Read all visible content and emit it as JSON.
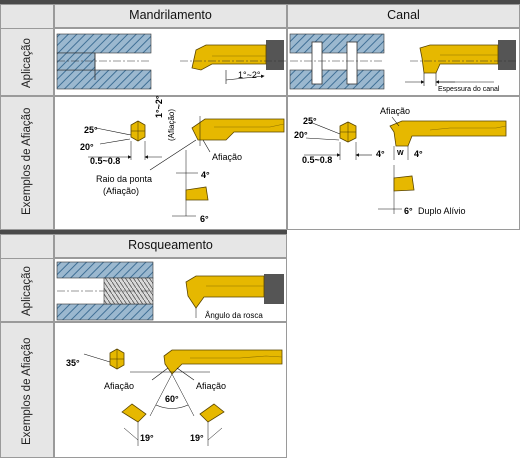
{
  "sections": {
    "boring": {
      "title": "Mandrilamento",
      "row_application": "Aplicação",
      "row_examples": "Exemplos de Afiação",
      "app": {
        "angle": "1°~2°"
      },
      "ex": {
        "a25": "25°",
        "a20": "20°",
        "range": "0.5~0.8",
        "nose_line1": "Raio da ponta",
        "nose_line2": "(Afiação)",
        "top_angle_line1": "1°~2°",
        "top_angle_line2": "(Afiação)",
        "afiacao": "Afiação",
        "a4": "4°",
        "a6": "6°"
      }
    },
    "groove": {
      "title": "Canal",
      "app": {
        "width_label": "Espessura do canal"
      },
      "ex": {
        "a25": "25°",
        "a20": "20°",
        "range": "0.5~0.8",
        "afiacao": "Afiação",
        "a4_left": "4°",
        "w": "W",
        "a4_right": "4°",
        "a6": "6°",
        "relief": "Duplo Alívio"
      }
    },
    "thread": {
      "title": "Rosqueamento",
      "row_application": "Aplicação",
      "row_examples": "Exemplos de Afiação",
      "app": {
        "angle_label": "Ângulo da rosca"
      },
      "ex": {
        "a35": "35°",
        "afiacao_left": "Afiação",
        "afiacao_right": "Afiação",
        "a60": "60°",
        "a19_left": "19°",
        "a19_right": "19°"
      }
    }
  },
  "colors": {
    "tool": "#e6b800",
    "tool_edge": "#5a4500",
    "hatch": "#5e87a8",
    "holder": "#555555"
  }
}
